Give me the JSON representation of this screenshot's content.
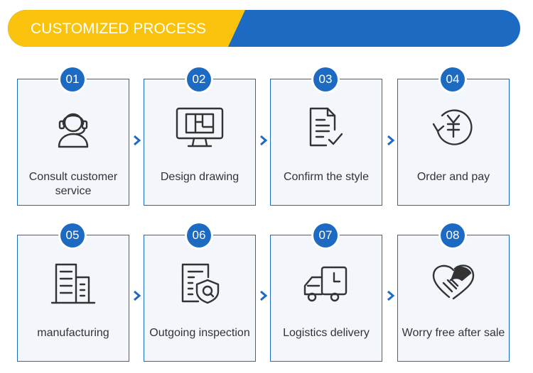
{
  "header": {
    "title": "CUSTOMIZED PROCESS"
  },
  "colors": {
    "accent_blue": "#1d6ac3",
    "accent_yellow": "#f9c20d",
    "card_bg": "#f3f6fb",
    "text": "#333333"
  },
  "steps": [
    {
      "number": "01",
      "label": "Consult customer service",
      "icon": "headset-icon"
    },
    {
      "number": "02",
      "label": "Design drawing",
      "icon": "monitor-blueprint-icon"
    },
    {
      "number": "03",
      "label": "Confirm the style",
      "icon": "document-check-icon"
    },
    {
      "number": "04",
      "label": "Order and pay",
      "icon": "yuan-payment-icon"
    },
    {
      "number": "05",
      "label": "manufacturing",
      "icon": "factory-building-icon"
    },
    {
      "number": "06",
      "label": "Outgoing inspection",
      "icon": "inspection-shield-icon"
    },
    {
      "number": "07",
      "label": "Logistics delivery",
      "icon": "delivery-truck-icon"
    },
    {
      "number": "08",
      "label": "Worry free after sale",
      "icon": "handshake-heart-icon"
    }
  ]
}
